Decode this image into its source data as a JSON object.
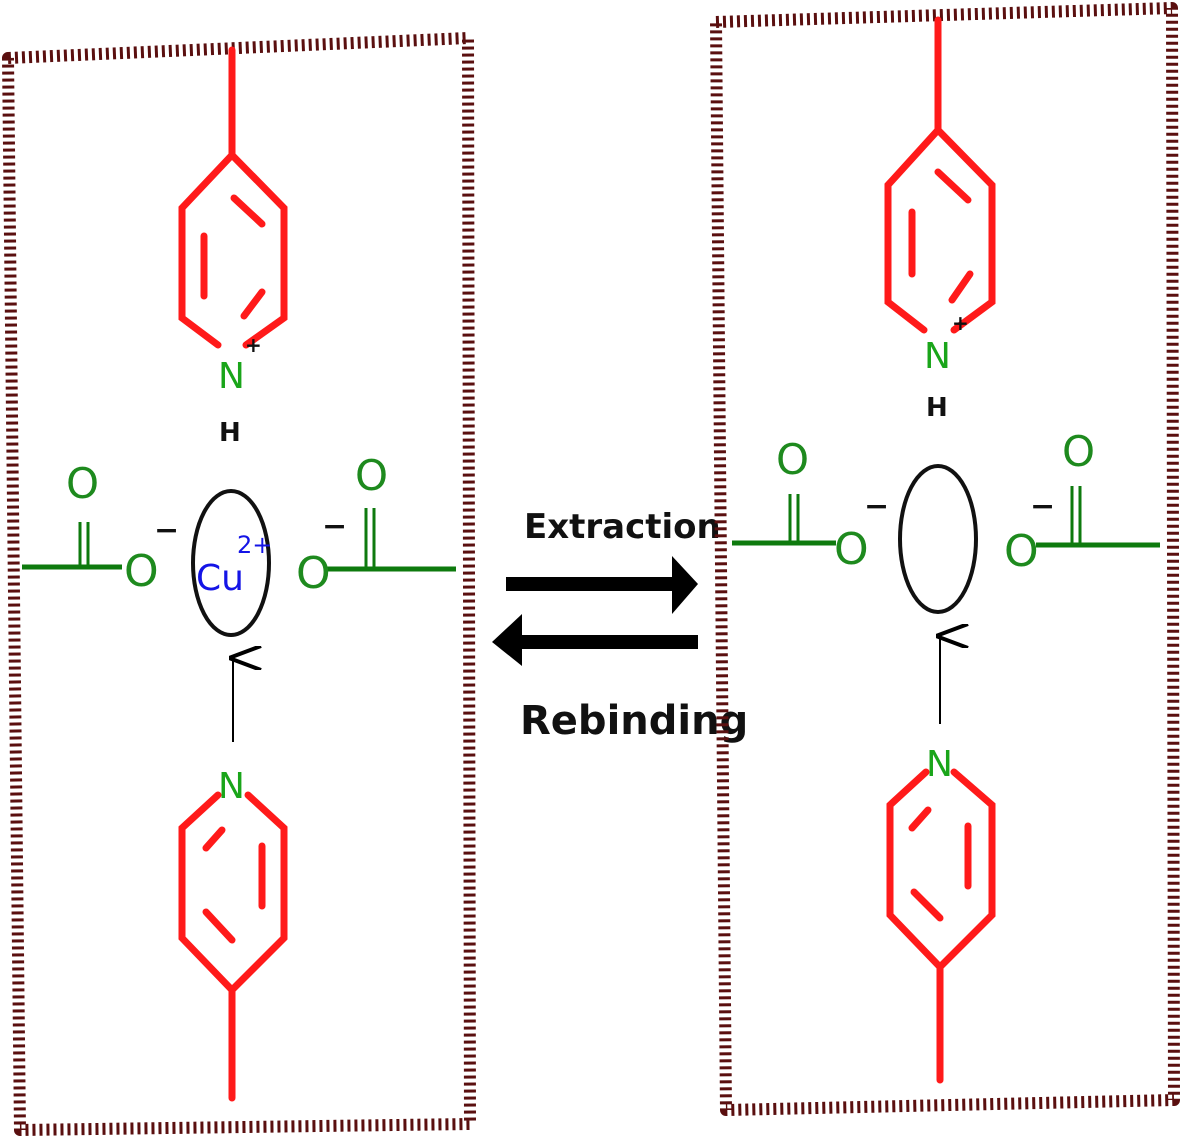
{
  "colors": {
    "frame": "#5a0f0f",
    "ring": "#ff1a1a",
    "chain": "#0e7a0e",
    "nitrogen": "#1aa51a",
    "oxygen": "#1e8a1e",
    "copper": "#1414e6",
    "arrows": "#000000"
  },
  "left_panel": {
    "top_nitrogen": "N",
    "top_charge": "+",
    "top_hydrogen": "H",
    "carbonyl_o_left": "O",
    "carboxylate_o_left": "O",
    "carboxylate_charge_left": "−",
    "carbonyl_o_right": "O",
    "carboxylate_o_right": "O",
    "carboxylate_charge_right": "−",
    "metal_ion": "Cu",
    "metal_charge": "2+",
    "bottom_nitrogen": "N"
  },
  "equilibrium": {
    "forward_label": "Extraction",
    "reverse_label": "Rebinding"
  },
  "right_panel": {
    "top_nitrogen": "N",
    "top_charge": "+",
    "top_hydrogen": "H",
    "carbonyl_o_left": "O",
    "carboxylate_o_left": "O",
    "carboxylate_charge_left": "−",
    "carbonyl_o_right": "O",
    "carboxylate_o_right": "O",
    "carboxylate_charge_right": "−",
    "bottom_nitrogen": "N"
  }
}
